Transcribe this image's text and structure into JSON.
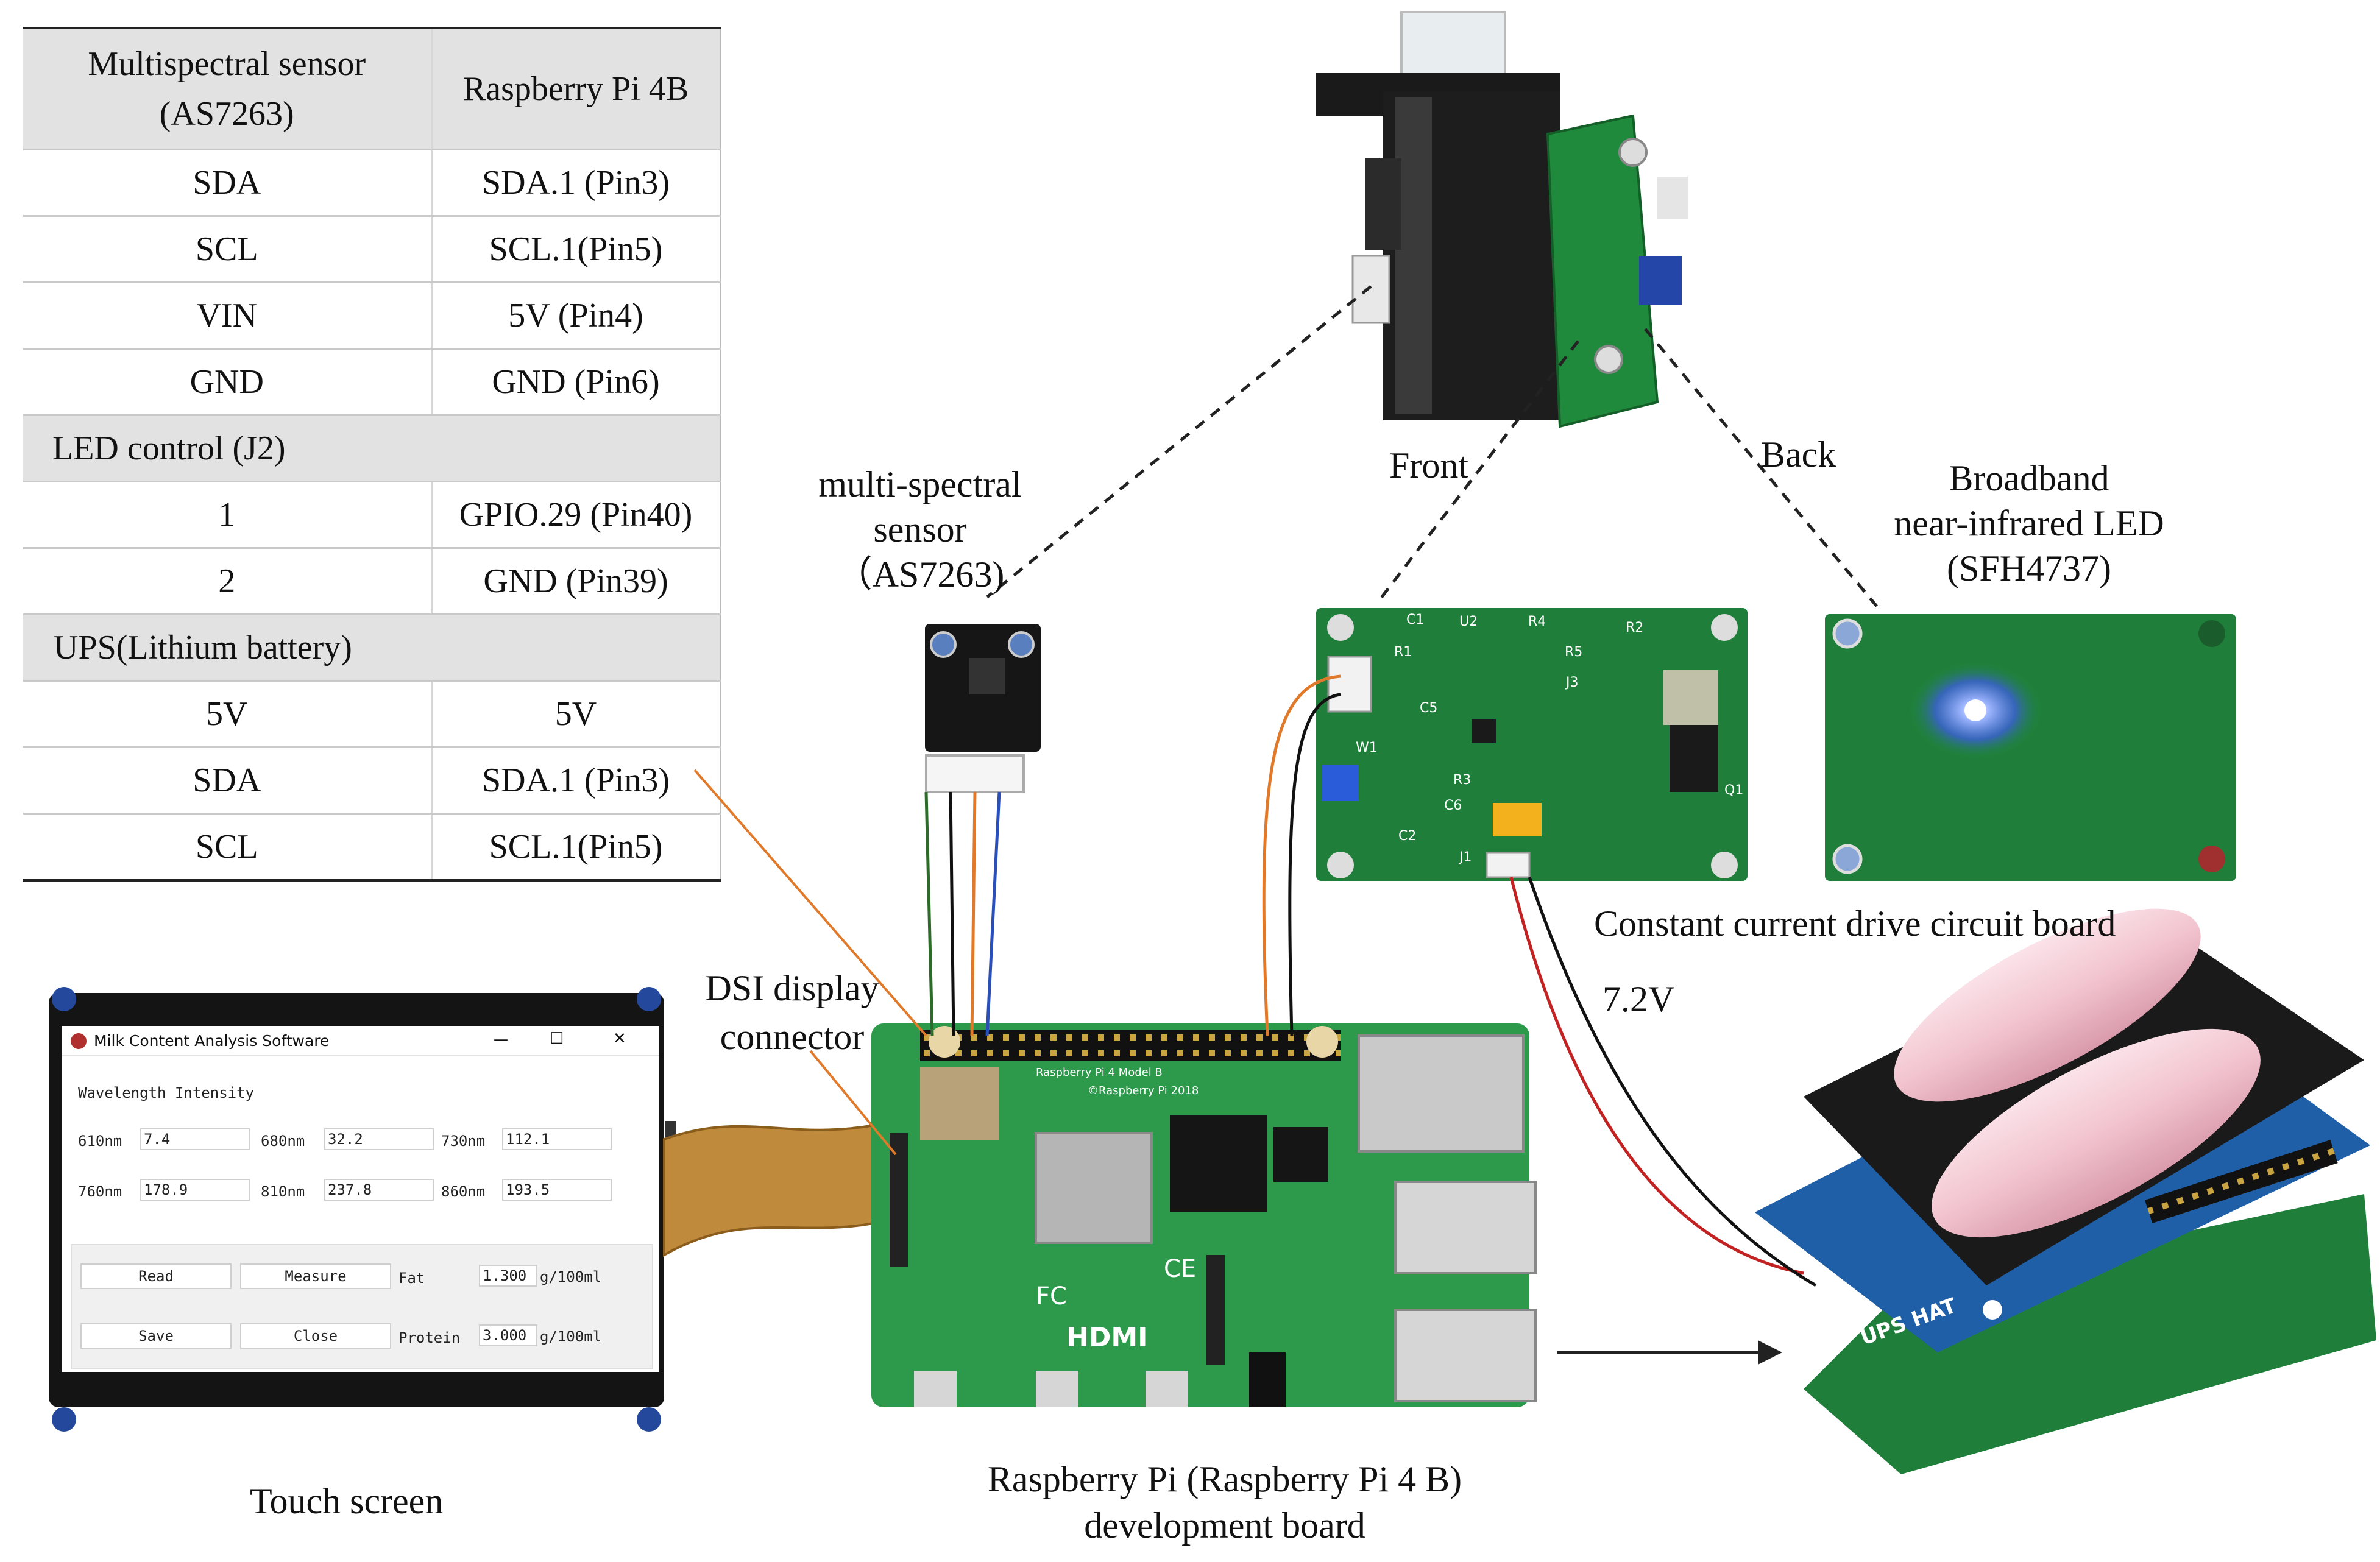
{
  "table": {
    "header": [
      "Multispectral sensor (AS7263)",
      "Raspberry Pi 4B"
    ],
    "sensor_rows": [
      [
        "SDA",
        "SDA.1 (Pin3)"
      ],
      [
        "SCL",
        "SCL.1(Pin5)"
      ],
      [
        "VIN",
        "5V (Pin4)"
      ],
      [
        "GND",
        "GND (Pin6)"
      ]
    ],
    "led_section": "LED control (J2)",
    "led_rows": [
      [
        "1",
        "GPIO.29 (Pin40)"
      ],
      [
        "2",
        "GND (Pin39)"
      ]
    ],
    "ups_section": "UPS(Lithium battery)",
    "ups_rows": [
      [
        "5V",
        "5V"
      ],
      [
        "SDA",
        "SDA.1 (Pin3)"
      ],
      [
        "SCL",
        "SCL.1(Pin5)"
      ]
    ]
  },
  "labels": {
    "sensor": [
      "multi-spectral",
      "sensor",
      "（AS7263)"
    ],
    "front": "Front",
    "back": "Back",
    "led": [
      "Broadband",
      "near-infrared LED",
      "(SFH4737)"
    ],
    "drive_board": "Constant current drive circuit board",
    "voltage": "7.2V",
    "dsi": [
      "DSI display",
      "connector"
    ],
    "touch_screen": "Touch screen",
    "pi_board": [
      "Raspberry Pi (Raspberry Pi 4 B)",
      "development board"
    ]
  },
  "app": {
    "title": "Milk Content Analysis Software",
    "header": "Wavelength Intensity",
    "row1": [
      {
        "wl": "610nm",
        "val": "7.4"
      },
      {
        "wl": "680nm",
        "val": "32.2"
      },
      {
        "wl": "730nm",
        "val": "112.1"
      }
    ],
    "row2": [
      {
        "wl": "760nm",
        "val": "178.9"
      },
      {
        "wl": "810nm",
        "val": "237.8"
      },
      {
        "wl": "860nm",
        "val": "193.5"
      }
    ],
    "buttons": {
      "read": "Read",
      "measure": "Measure",
      "save": "Save",
      "close": "Close"
    },
    "fat": {
      "label": "Fat",
      "value": "1.300",
      "unit": "g/100ml"
    },
    "protein": {
      "label": "Protein",
      "value": "3.000",
      "unit": "g/100ml"
    },
    "window_controls": [
      "—",
      "☐",
      "✕"
    ]
  },
  "colors": {
    "pcb_green": "#1f8a3c",
    "hat_blue": "#1f5fa8",
    "battery_pink": "#f2c4cf",
    "wire_orange": "#e07a2a",
    "wire_red": "#c22222"
  },
  "board_text": {
    "ups_hat": "UPS HAT",
    "hdmi": "HDMI",
    "pi_model": "Raspberry Pi 4 Model B",
    "pi_copyright": "©Raspberry Pi 2018",
    "j1": "J1",
    "w1": "W1",
    "r1": "R1",
    "r2": "R2",
    "r3": "R3",
    "r4": "R4",
    "r5": "R5",
    "c1": "C1",
    "c2": "C2",
    "c5": "C5",
    "c6": "C6",
    "u2": "U2",
    "j3": "J3",
    "q1": "Q1",
    "fc": "FC",
    "ce": "CE"
  }
}
